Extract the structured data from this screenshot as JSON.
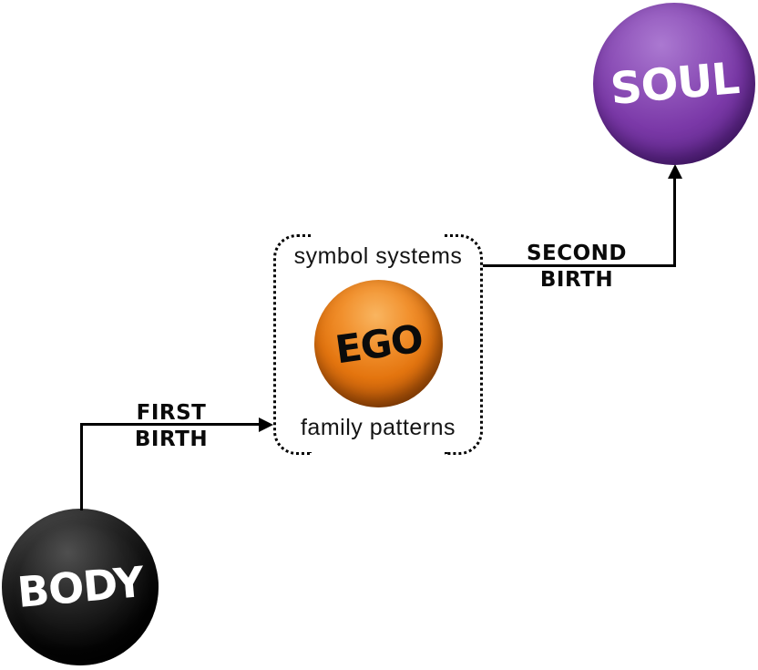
{
  "canvas": {
    "background": "#ffffff"
  },
  "nodes": {
    "body": {
      "label": "BODY",
      "fill": "#000000",
      "text_color": "#ffffff"
    },
    "ego": {
      "label": "EGO",
      "fill": "#e4750f",
      "text_color": "#000000"
    },
    "soul": {
      "label": "SOUL",
      "fill": "#7b39a8",
      "text_color": "#ffffff"
    }
  },
  "ego_box": {
    "top_label": "symbol systems",
    "bottom_label": "family patterns",
    "border_color": "#000000",
    "border_style": "dotted"
  },
  "arrows": [
    {
      "id": "first-birth",
      "line1": "FIRST",
      "line2": "BIRTH",
      "from": "body",
      "to": "ego_box"
    },
    {
      "id": "second-birth",
      "line1": "SECOND",
      "line2": "BIRTH",
      "from": "ego_box",
      "to": "soul"
    }
  ]
}
